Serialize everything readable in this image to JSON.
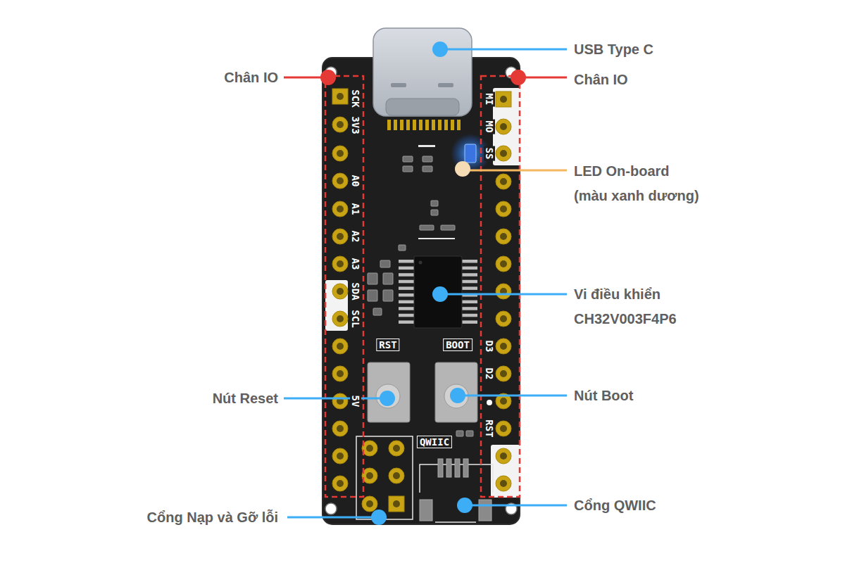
{
  "diagram": {
    "labels": [
      "Chân IO",
      "USB Type C",
      "Chân IO",
      "LED On-board (màu xanh dương)",
      "Vi điều khiển CH32V003F4P6",
      "Nút Reset",
      "Nút Boot",
      "Cổng Nạp và Gỡ lỗi",
      "Cổng QWIIC",
      "SCK",
      "3V3",
      "A0",
      "A1",
      "A2",
      "A3",
      "SDA",
      "SCL",
      "5V",
      "MI",
      "MO",
      "SS",
      "D3",
      "D2",
      "RST",
      "RST",
      "BOOT",
      "QWIIC"
    ]
  }
}
